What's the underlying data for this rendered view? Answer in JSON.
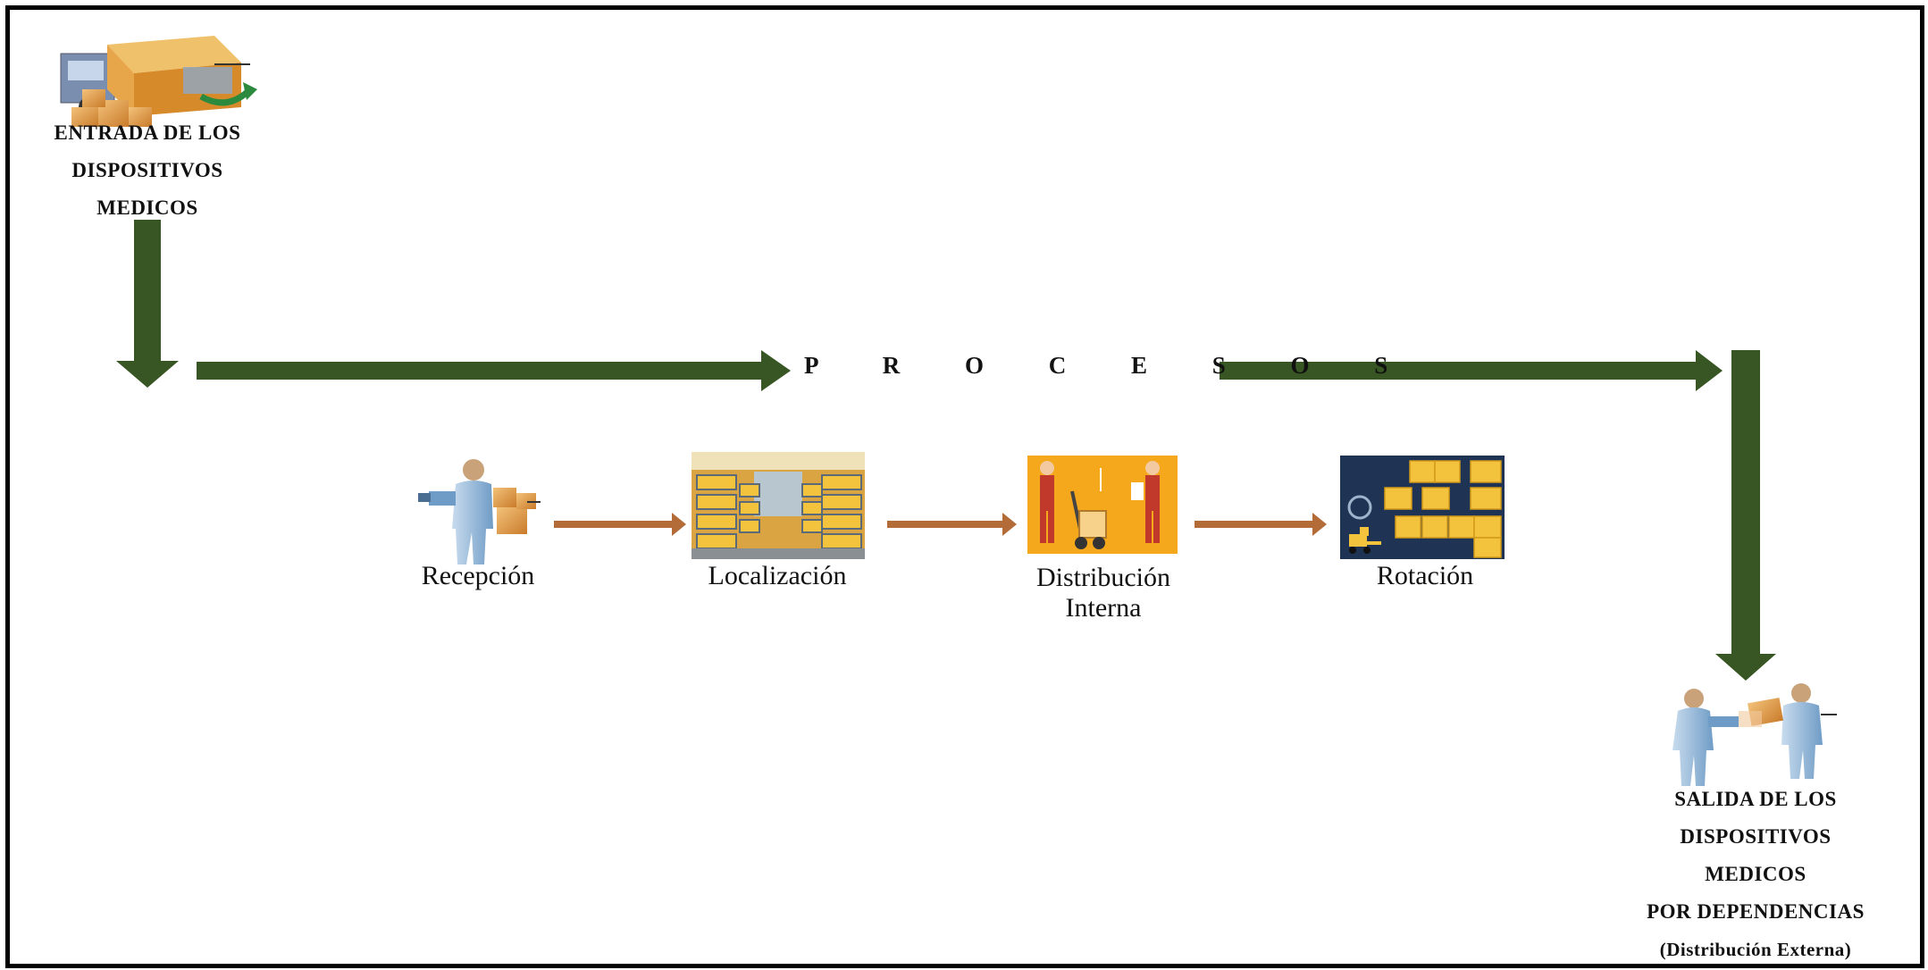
{
  "diagram": {
    "entry": {
      "icon": "truck-unloading-boxes-icon",
      "lines": [
        "ENTRADA DE LOS",
        "DISPOSITIVOS",
        "MEDICOS"
      ]
    },
    "processes_label": "P R O C E S O S",
    "steps": [
      {
        "icon": "person-receiving-boxes-icon",
        "lines": [
          "Recepción"
        ]
      },
      {
        "icon": "warehouse-shelves-icon",
        "lines": [
          "Localización"
        ]
      },
      {
        "icon": "workers-hand-truck-icon",
        "lines": [
          "Distribución",
          "Interna"
        ]
      },
      {
        "icon": "forklift-stacked-boxes-icon",
        "lines": [
          "Rotación"
        ]
      }
    ],
    "exit": {
      "icon": "people-handing-box-icon",
      "lines": [
        "SALIDA DE LOS",
        "DISPOSITIVOS",
        "MEDICOS",
        "POR DEPENDENCIAS",
        "(Distribución Externa)"
      ]
    },
    "colors": {
      "main_arrow": "#375623",
      "step_arrow": "#b36b38",
      "box": "#e9a84a",
      "person": "#8fb4d6",
      "warehouse_bg": "#d9a441",
      "orange_bg": "#f5a81c",
      "navy_bg": "#1f3454"
    }
  }
}
